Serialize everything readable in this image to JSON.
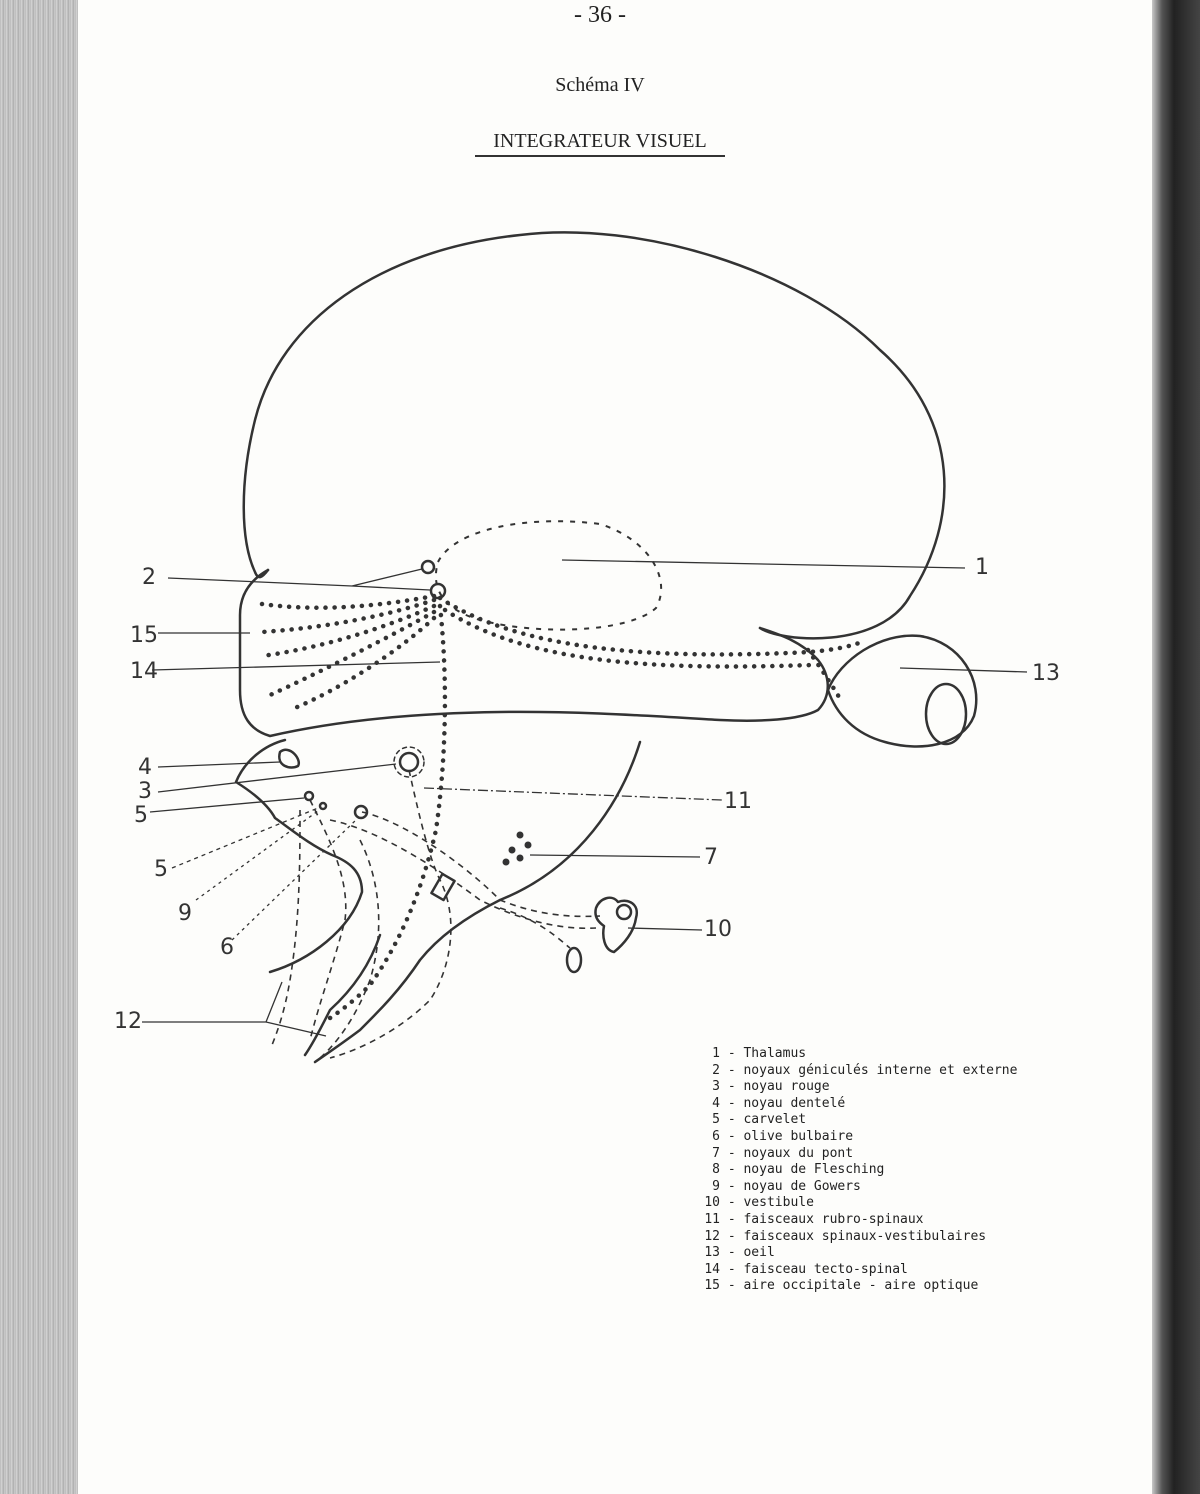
{
  "page": {
    "number": "- 36 -",
    "schema_label": "Schéma IV",
    "title": "INTEGRATEUR VISUEL"
  },
  "callouts": [
    "1",
    "2",
    "15",
    "14",
    "13",
    "4",
    "3",
    "5",
    "5",
    "11",
    "7",
    "10",
    "9",
    "6",
    "12"
  ],
  "legend": [
    {
      "num": "1",
      "text": "Thalamus"
    },
    {
      "num": "2",
      "text": "noyaux géniculés interne et externe"
    },
    {
      "num": "3",
      "text": "noyau rouge"
    },
    {
      "num": "4",
      "text": "noyau dentelé"
    },
    {
      "num": "5",
      "text": "carvelet"
    },
    {
      "num": "6",
      "text": "olive bulbaire"
    },
    {
      "num": "7",
      "text": "noyaux du pont"
    },
    {
      "num": "8",
      "text": "noyau de Flesching"
    },
    {
      "num": "9",
      "text": "noyau de Gowers"
    },
    {
      "num": "10",
      "text": "vestibule"
    },
    {
      "num": "11",
      "text": "faisceaux rubro-spinaux"
    },
    {
      "num": "12",
      "text": "faisceaux spinaux-vestibulaires"
    },
    {
      "num": "13",
      "text": "oeil"
    },
    {
      "num": "14",
      "text": "faisceau tecto-spinal"
    },
    {
      "num": "15",
      "text": "aire occipitale - aire optique"
    }
  ],
  "colors": {
    "ink": "#333333",
    "paper": "#fdfdfb"
  }
}
